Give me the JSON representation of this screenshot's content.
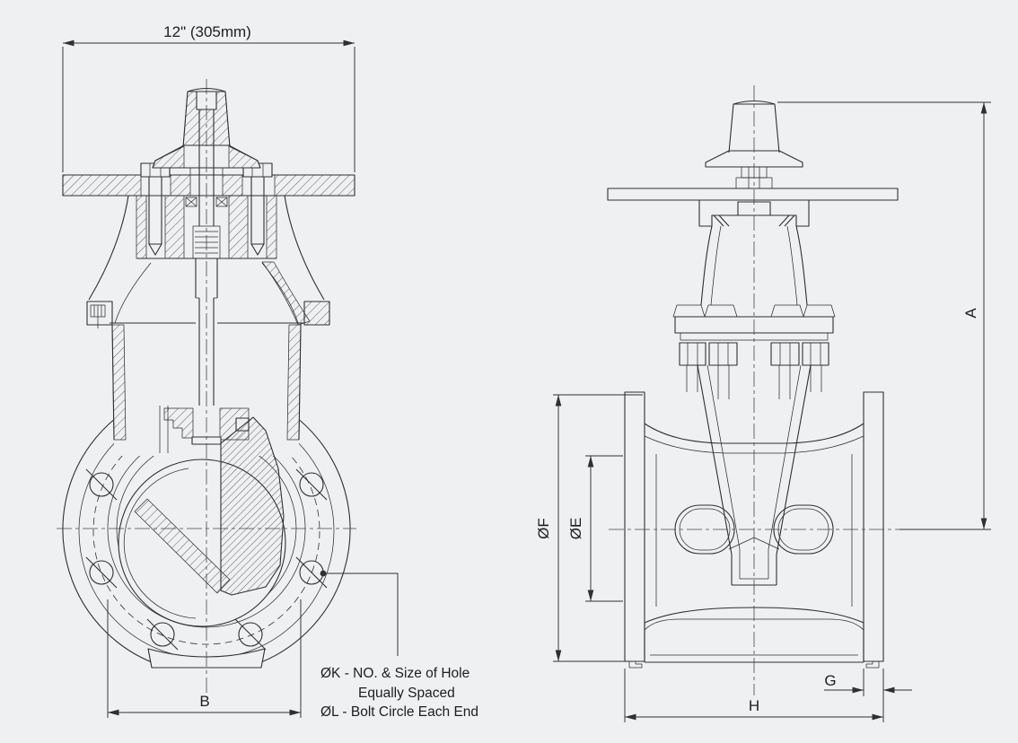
{
  "page": {
    "background_color": "#eef0f1",
    "line_color": "#2f3032",
    "text_color": "#1d1e20"
  },
  "drawing": {
    "type": "technical_dimension_drawing",
    "front_view": {
      "dimension_labels": {
        "top_width": "12\" (305mm)",
        "base_width": "B"
      },
      "notes": {
        "line1": "ØK - NO. & Size of Hole",
        "line2": "Equally Spaced",
        "line3": "ØL - Bolt Circle Each End"
      }
    },
    "side_view": {
      "dimension_labels": {
        "height": "A",
        "flange_od": "ØF",
        "port_diameter": "ØE",
        "flange_thickness": "G",
        "face_to_face": "H"
      }
    }
  }
}
